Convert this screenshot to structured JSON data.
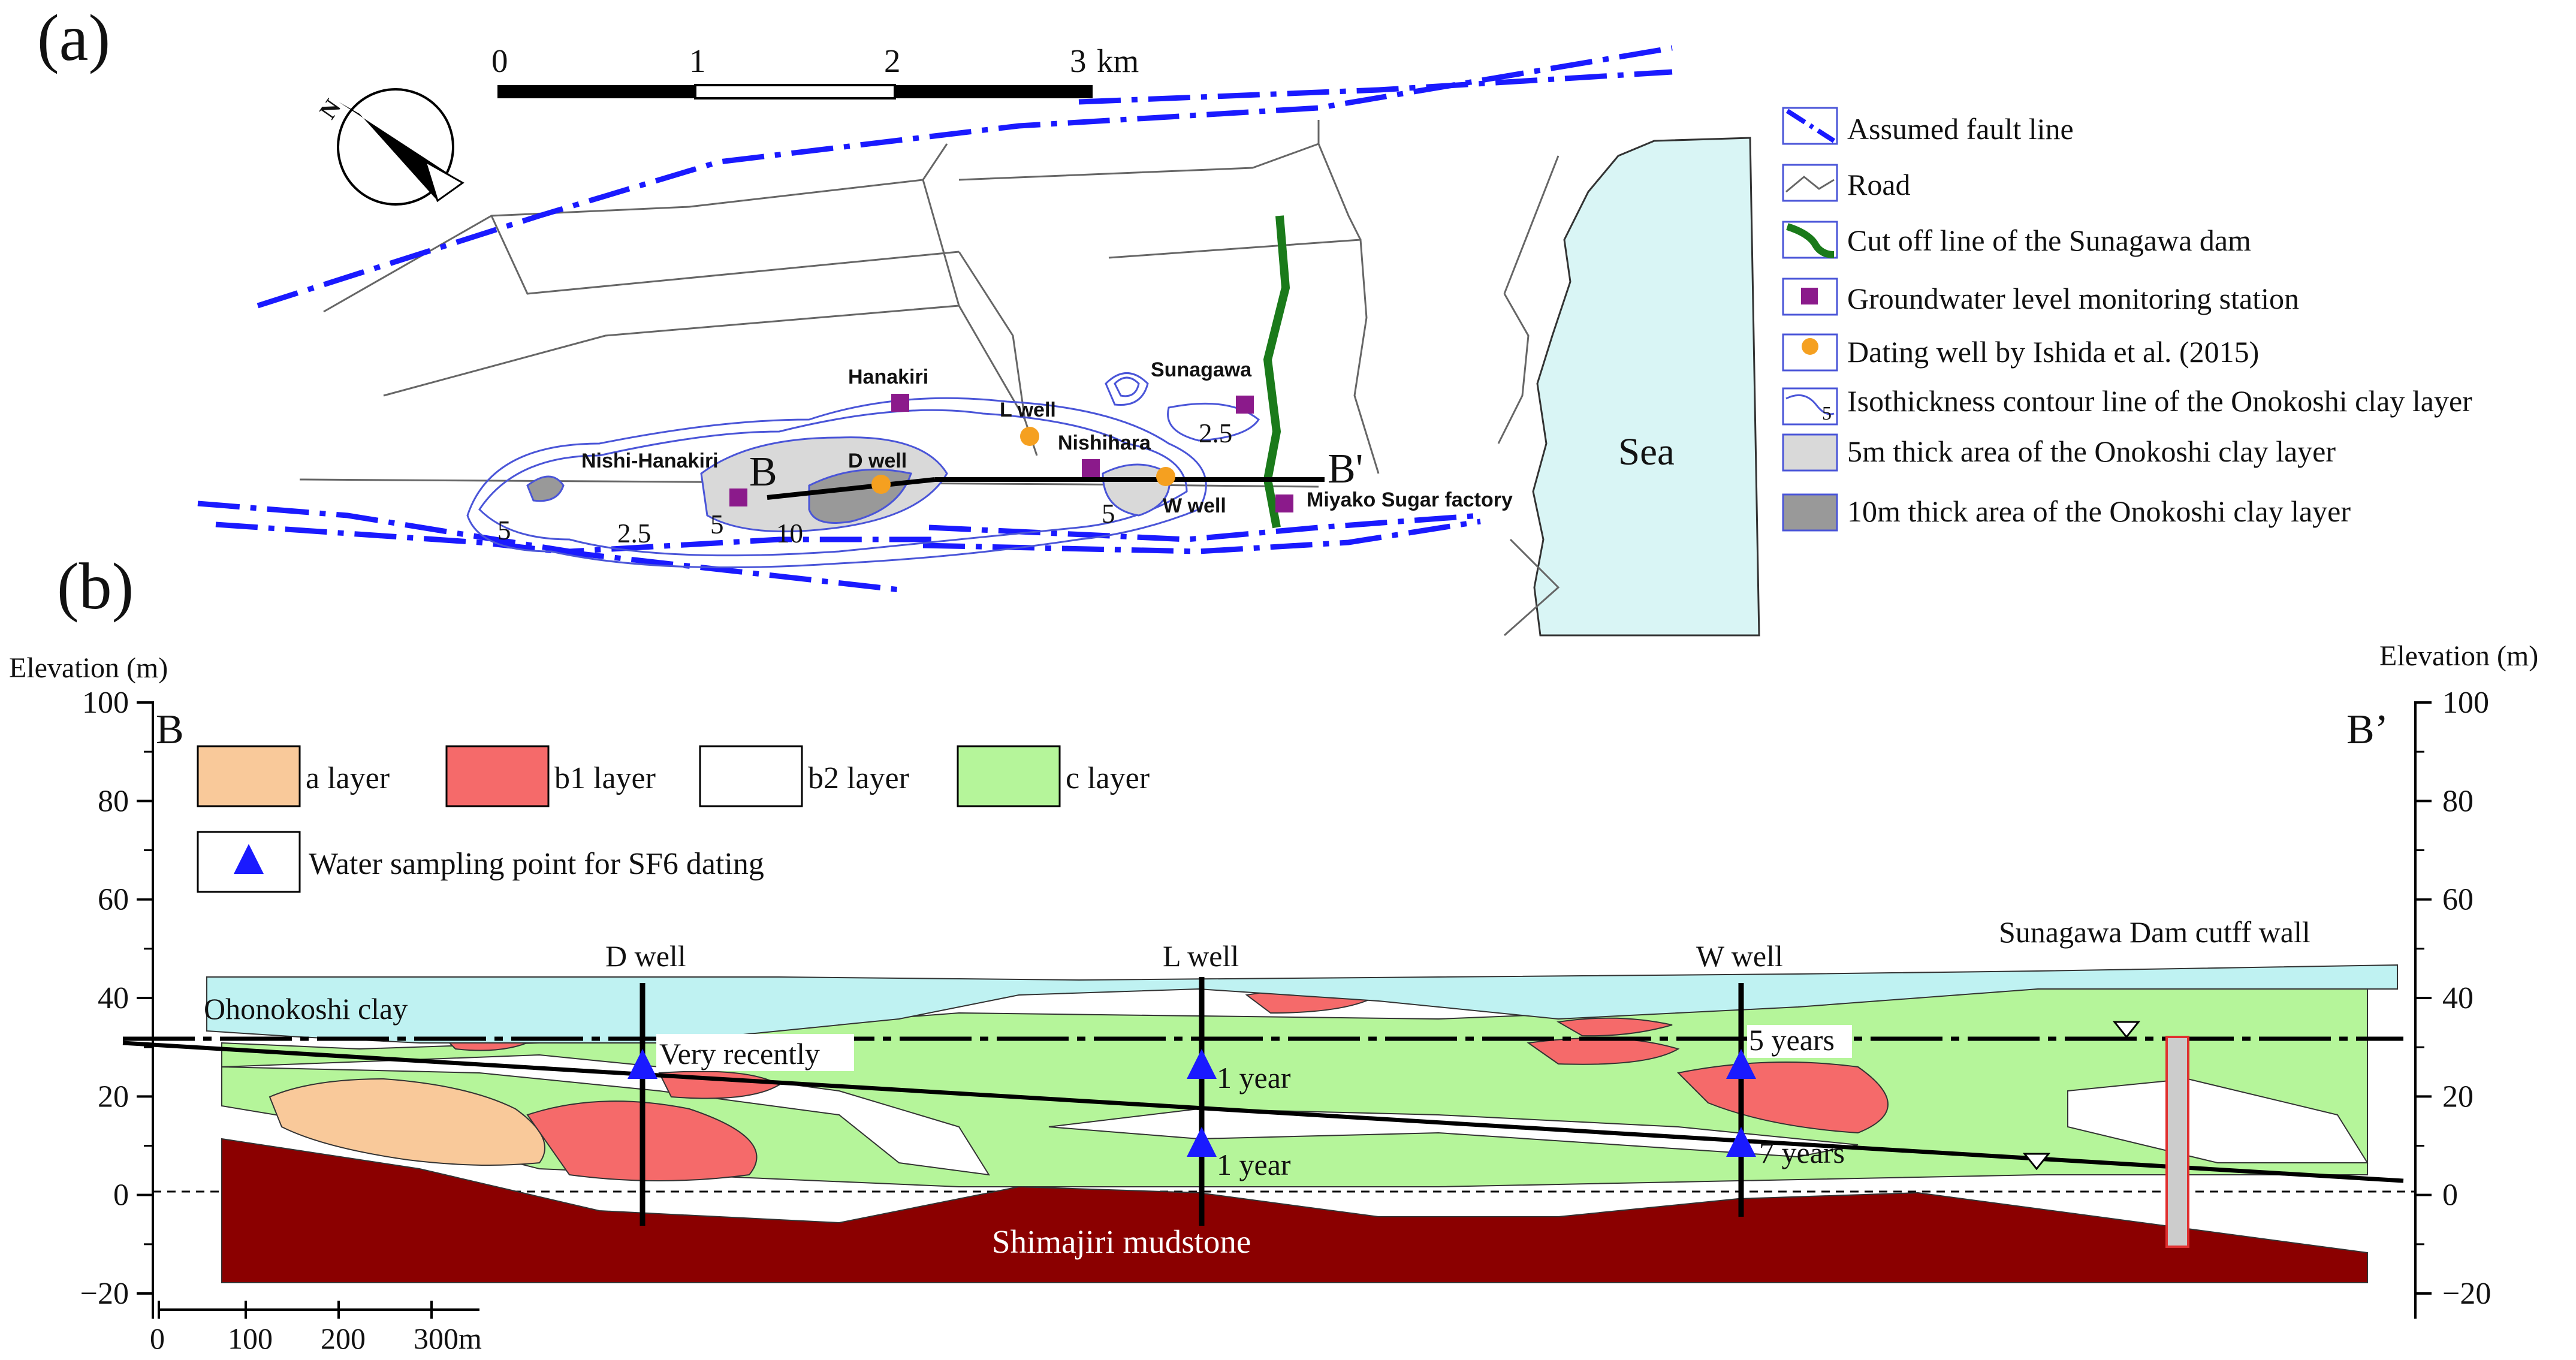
{
  "panel_a": {
    "label": "(a)",
    "scale": {
      "ticks": [
        "0",
        "1",
        "2",
        "3"
      ],
      "unit": "km"
    },
    "compass": {
      "icon": "north-arrow-icon",
      "letter": "N"
    },
    "sea_label": "Sea",
    "stations": {
      "hanakiri": "Hanakiri",
      "nishi_hanakiri": "Nishi-Hanakiri",
      "sunagawa": "Sunagawa",
      "nishihara": "Nishihara",
      "miyako": "Miyako Sugar factory"
    },
    "wells": {
      "d": "D well",
      "l": "L well",
      "w": "W well"
    },
    "section": {
      "start": "B",
      "end": "B'"
    },
    "contours": {
      "c5a": "5",
      "c25a": "2.5",
      "c5b": "5",
      "c10": "10",
      "c5c": "5",
      "c25b": "2.5"
    },
    "legend": [
      {
        "icon": "fault-line-icon",
        "label": "Assumed fault line"
      },
      {
        "icon": "road-icon",
        "label": "Road"
      },
      {
        "icon": "dam-cutoff-line-icon",
        "label": "Cut off line of the Sunagawa dam"
      },
      {
        "icon": "monitoring-station-icon",
        "label": "Groundwater level monitoring station"
      },
      {
        "icon": "dating-well-icon",
        "label": "Dating well by Ishida et al. (2015)"
      },
      {
        "icon": "isothickness-contour-icon",
        "label": "Isothickness contour line of the Onokoshi clay layer",
        "glyph": "5"
      },
      {
        "icon": "thick-5m-area-icon",
        "label": "5m thick area of the Onokoshi clay layer"
      },
      {
        "icon": "thick-10m-area-icon",
        "label": "10m thick area of the Onokoshi clay layer"
      }
    ],
    "colors": {
      "fault": "#1a1aff",
      "road": "#666666",
      "dam": "#1a7a1a",
      "station": "#8b1a8b",
      "well": "#f5a020",
      "contour": "#4a55d8",
      "area5": "#d9d9d9",
      "area10": "#999999",
      "sea": "#d9f5f5"
    }
  },
  "panel_b": {
    "label": "(b)",
    "y_axis_title_left": "Elevation (m)",
    "y_axis_title_right": "Elevation (m)",
    "y_ticks": [
      "100",
      "80",
      "60",
      "40",
      "20",
      "0",
      "−20"
    ],
    "y_tick_values": [
      100,
      80,
      60,
      40,
      20,
      0,
      -20
    ],
    "x_scale": {
      "ticks": [
        "0",
        "100",
        "200",
        "300m"
      ]
    },
    "section": {
      "start": "B",
      "end": "B’"
    },
    "legend": [
      {
        "icon": "a-layer-swatch",
        "label": "a layer",
        "color": "#f9c99a"
      },
      {
        "icon": "b1-layer-swatch",
        "label": "b1 layer",
        "color": "#f56a6a"
      },
      {
        "icon": "b2-layer-swatch",
        "label": "b2 layer",
        "color": "#ffffff"
      },
      {
        "icon": "c-layer-swatch",
        "label": "c layer",
        "color": "#b5f59a"
      }
    ],
    "sampling_legend": {
      "icon": "sampling-point-icon",
      "label": "Water sampling point for SF6 dating"
    },
    "wells": {
      "d": "D well",
      "l": "L well",
      "w": "W well"
    },
    "ages": {
      "d_upper": "Very recently",
      "l_upper": "1 year",
      "l_lower": "1 year",
      "w_upper": "5 years",
      "w_lower": "7 years"
    },
    "labels": {
      "clay": "Ohonokoshi clay",
      "mudstone": "Shimajiri mudstone",
      "dam_wall": "Sunagawa Dam cutff wall"
    },
    "colors": {
      "clay": "#bff2f2",
      "mudstone": "#8b0000",
      "a": "#f9c99a",
      "b1": "#f56a6a",
      "c": "#b5f59a",
      "sampling": "#1a1aff"
    }
  }
}
